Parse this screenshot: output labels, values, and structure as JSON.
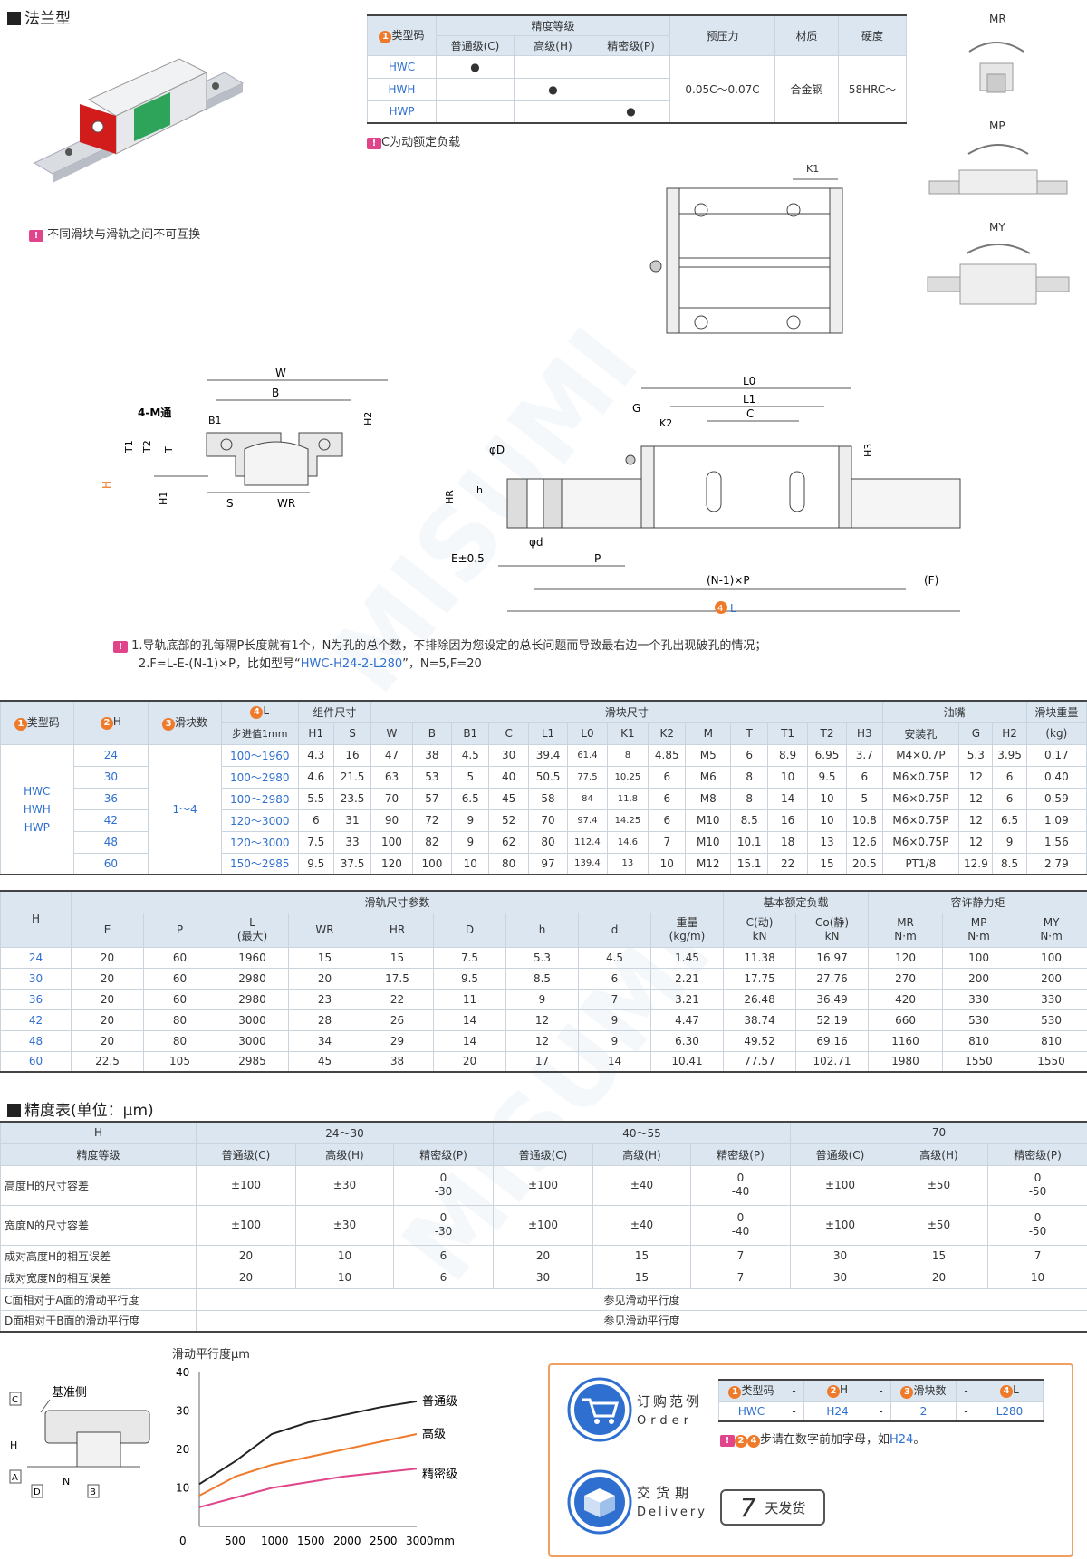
{
  "section_flange": "法兰型",
  "note_nointerchange": "不同滑块与滑轨之间不可互换",
  "warn_mark": "!",
  "typetable": {
    "col_type": "类型码",
    "col_precision": "精度等级",
    "col_normal": "普通级(C)",
    "col_high": "高级(H)",
    "col_precise": "精密级(P)",
    "col_preload": "预压力",
    "col_material": "材质",
    "col_hardness": "硬度",
    "rows": [
      "HWC",
      "HWH",
      "HWP"
    ],
    "preload": "0.05C～0.07C",
    "material": "合金钢",
    "hardness": "58HRC～",
    "note": "C为动额定负载"
  },
  "moments": {
    "mr": "MR",
    "mp": "MP",
    "my": "MY"
  },
  "dims": {
    "W": "W",
    "B": "B",
    "M": "4-M通",
    "B1": "B1",
    "H2": "H2",
    "T1": "T1",
    "T2": "T2",
    "T": "T",
    "H": "H",
    "H1": "H1",
    "S": "S",
    "WR": "WR",
    "K1": "K1",
    "L0": "L0",
    "L1": "L1",
    "G": "G",
    "K2": "K2",
    "C": "C",
    "H3": "H3",
    "phiD": "φD",
    "h": "h",
    "HR": "HR",
    "phid": "φd",
    "E": "E±0.5",
    "P": "P",
    "NP": "(N-1)×P",
    "F": "(F)",
    "L": "L"
  },
  "notes": {
    "line1": "1.导轨底部的孔每隔P长度就有1个，N为孔的总个数，不排除因为您设定的总长问题而导致最右边一个孔出现破孔的情况；",
    "line2a": "2.F=L-E-(N-1)×P，比如型号“",
    "line2b": "HWC-H24-2-L280",
    "line2c": "”，N=5,F=20"
  },
  "spec": {
    "h_type": "类型码",
    "h_H": "H",
    "h_blocks": "滑块数",
    "h_L": "L",
    "h_step": "步进值1mm",
    "h_assembly": "组件尺寸",
    "h_block": "滑块尺寸",
    "h_nozzle": "油嘴",
    "h_weight": "滑块重量",
    "h_kg": "(kg)",
    "cols": [
      "H1",
      "S",
      "W",
      "B",
      "B1",
      "C",
      "L1",
      "L0",
      "K1",
      "K2",
      "M",
      "T",
      "T1",
      "T2",
      "H3",
      "安装孔",
      "G",
      "H2"
    ],
    "types": [
      "HWC",
      "HWH",
      "HWP"
    ],
    "blocks": "1～4",
    "rows": [
      [
        "24",
        "100～1960",
        "4.3",
        "16",
        "47",
        "38",
        "4.5",
        "30",
        "39.4",
        "61.4",
        "8",
        "4.85",
        "M5",
        "6",
        "8.9",
        "6.95",
        "3.7",
        "M4×0.7P",
        "5.3",
        "3.95",
        "0.17"
      ],
      [
        "30",
        "100～2980",
        "4.6",
        "21.5",
        "63",
        "53",
        "5",
        "40",
        "50.5",
        "77.5",
        "10.25",
        "6",
        "M6",
        "8",
        "10",
        "9.5",
        "6",
        "M6×0.75P",
        "12",
        "6",
        "0.40"
      ],
      [
        "36",
        "100～2980",
        "5.5",
        "23.5",
        "70",
        "57",
        "6.5",
        "45",
        "58",
        "84",
        "11.8",
        "6",
        "M8",
        "8",
        "14",
        "10",
        "5",
        "M6×0.75P",
        "12",
        "6",
        "0.59"
      ],
      [
        "42",
        "120～3000",
        "6",
        "31",
        "90",
        "72",
        "9",
        "52",
        "70",
        "97.4",
        "14.25",
        "6",
        "M10",
        "8.5",
        "16",
        "10",
        "10.8",
        "M6×0.75P",
        "12",
        "6.5",
        "1.09"
      ],
      [
        "48",
        "120～3000",
        "7.5",
        "33",
        "100",
        "82",
        "9",
        "62",
        "80",
        "112.4",
        "14.6",
        "7",
        "M10",
        "10.1",
        "18",
        "13",
        "12.6",
        "M6×0.75P",
        "12",
        "9",
        "1.56"
      ],
      [
        "60",
        "150～2985",
        "9.5",
        "37.5",
        "120",
        "100",
        "10",
        "80",
        "97",
        "139.4",
        "13",
        "10",
        "M12",
        "15.1",
        "22",
        "15",
        "20.5",
        "PT1/8",
        "12.9",
        "8.5",
        "2.79"
      ]
    ]
  },
  "rail": {
    "h_H": "H",
    "h_rail": "滑轨尺寸参数",
    "h_load": "基本额定负载",
    "h_static": "容许静力矩",
    "cols": [
      "E",
      "P",
      "L",
      "WR",
      "HR",
      "D",
      "h",
      "d",
      "重量"
    ],
    "L_sub": "(最大)",
    "wt_sub": "(kg/m)",
    "c_dyn": "C(动)",
    "c_sta": "Co(静)",
    "kn": "kN",
    "mr": "MR",
    "mp": "MP",
    "my": "MY",
    "nm": "N·m",
    "rows": [
      [
        "24",
        "20",
        "60",
        "1960",
        "15",
        "15",
        "7.5",
        "5.3",
        "4.5",
        "1.45",
        "11.38",
        "16.97",
        "120",
        "100",
        "100"
      ],
      [
        "30",
        "20",
        "60",
        "2980",
        "20",
        "17.5",
        "9.5",
        "8.5",
        "6",
        "2.21",
        "17.75",
        "27.76",
        "270",
        "200",
        "200"
      ],
      [
        "36",
        "20",
        "60",
        "2980",
        "23",
        "22",
        "11",
        "9",
        "7",
        "3.21",
        "26.48",
        "36.49",
        "420",
        "330",
        "330"
      ],
      [
        "42",
        "20",
        "80",
        "3000",
        "28",
        "26",
        "14",
        "12",
        "9",
        "4.47",
        "38.74",
        "52.19",
        "660",
        "530",
        "530"
      ],
      [
        "48",
        "20",
        "80",
        "3000",
        "34",
        "29",
        "14",
        "12",
        "9",
        "6.30",
        "49.52",
        "69.16",
        "1160",
        "810",
        "810"
      ],
      [
        "60",
        "22.5",
        "105",
        "2985",
        "45",
        "38",
        "20",
        "17",
        "14",
        "10.41",
        "77.57",
        "102.71",
        "1980",
        "1550",
        "1550"
      ]
    ]
  },
  "accuracy": {
    "title": "精度表(单位：μm)",
    "h_H": "H",
    "h_grade": "精度等级",
    "groups": [
      "24～30",
      "40～55",
      "70"
    ],
    "grades": [
      "普通级(C)",
      "高级(H)",
      "精密级(P)"
    ],
    "r1": "高度H的尺寸容差",
    "r2": "宽度N的尺寸容差",
    "r3": "成对高度H的相互误差",
    "r4": "成对宽度N的相互误差",
    "r5": "C面相对于A面的滑动平行度",
    "r6": "D面相对于B面的滑动平行度",
    "pm100": "±100",
    "pm30": "±30",
    "pm40": "±40",
    "pm50": "±50",
    "zero": "0",
    "m30": "-30",
    "m40": "-40",
    "m50": "-50",
    "r3v": [
      "20",
      "10",
      "6",
      "20",
      "15",
      "7",
      "30",
      "15",
      "7"
    ],
    "r4v": [
      "20",
      "10",
      "6",
      "30",
      "15",
      "7",
      "30",
      "20",
      "10"
    ],
    "see": "参见滑动平行度"
  },
  "diagram": {
    "ref": "基准侧",
    "C": "C",
    "H": "H",
    "A": "A",
    "D": "D",
    "N": "N",
    "B": "B"
  },
  "chart_data": {
    "type": "line",
    "title": "滑动平行度μm",
    "x": [
      0,
      500,
      1000,
      1500,
      2000,
      2500,
      3000
    ],
    "xticks": [
      "0",
      "500",
      "1000",
      "1500",
      "2000",
      "2500",
      "3000mm"
    ],
    "yticks": [
      "40",
      "30",
      "20",
      "10"
    ],
    "ylim": [
      0,
      40
    ],
    "xlim": [
      0,
      3000
    ],
    "series": [
      {
        "name": "普通级",
        "color": "#222222",
        "values": [
          11,
          17,
          24,
          27,
          29,
          31,
          32.5
        ]
      },
      {
        "name": "高级",
        "color": "#ef7a2a",
        "values": [
          8,
          13,
          16,
          18,
          20,
          22,
          24
        ]
      },
      {
        "name": "精密级",
        "color": "#e0448a",
        "values": [
          5,
          7.5,
          10,
          11.5,
          13,
          14,
          15
        ]
      }
    ]
  },
  "order": {
    "label_cn": "订购范例",
    "label_en": "Order",
    "h_type": "类型码",
    "dash": "-",
    "h_H": "H",
    "h_blocks": "滑块数",
    "h_L": "L",
    "v_type": "HWC",
    "v_H": "H24",
    "v_blocks": "2",
    "v_L": "L280",
    "note_a": "步请在数字前加字母，如",
    "note_b": "H24",
    "note_c": "。"
  },
  "delivery": {
    "label_cn": "交货期",
    "label_en": "Delivery",
    "days": "7",
    "text": "天发货"
  },
  "watermark": "MISUMI",
  "nums": {
    "n1": "1",
    "n2": "2",
    "n3": "3",
    "n4": "4"
  }
}
